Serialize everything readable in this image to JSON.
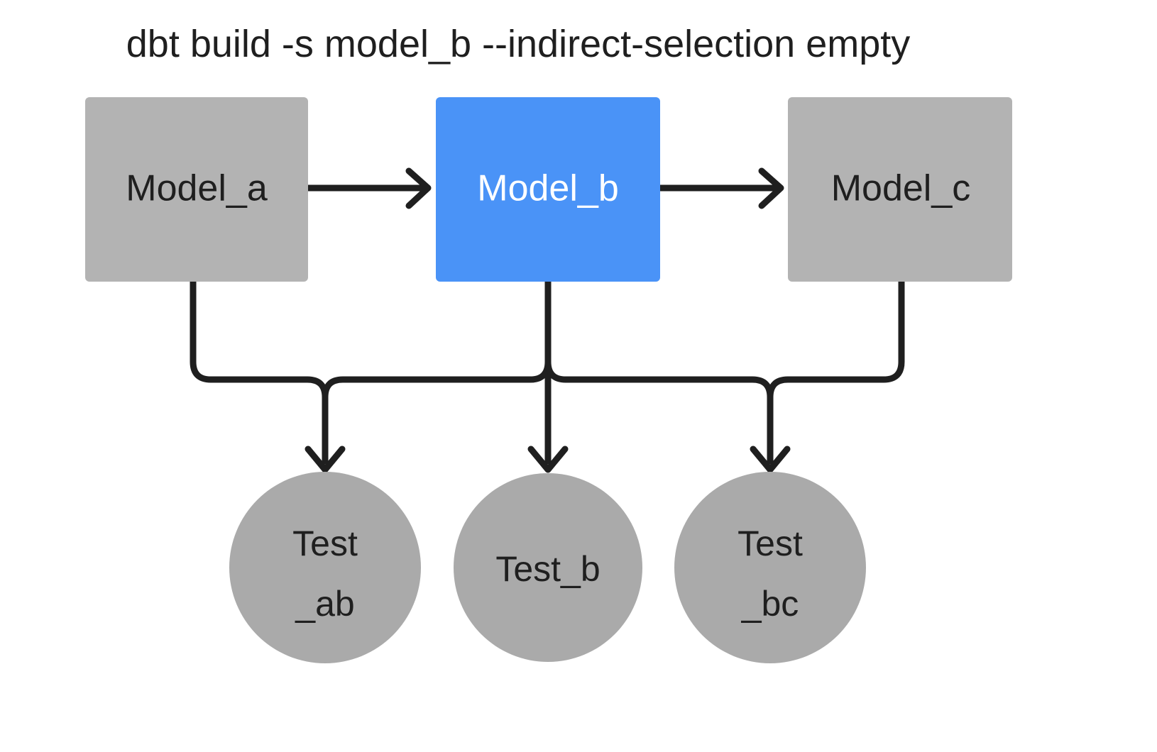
{
  "diagram": {
    "title": "dbt build -s model_b --indirect-selection empty",
    "background_color": "#ffffff",
    "edge_color": "#1f1f1f",
    "node_colors": {
      "unselected": "#b3b3b3",
      "selected": "#4a93f7",
      "unselected_text": "#1f1f1f",
      "selected_text": "#ffffff"
    },
    "models": [
      {
        "id": "model_a",
        "label": "Model_a",
        "shape": "rectangle",
        "state": "unselected"
      },
      {
        "id": "model_b",
        "label": "Model_b",
        "shape": "rectangle",
        "state": "selected"
      },
      {
        "id": "model_c",
        "label": "Model_c",
        "shape": "rectangle",
        "state": "unselected"
      }
    ],
    "tests": [
      {
        "id": "test_ab",
        "label_line_1": "Test",
        "label_line_2": "_ab",
        "shape": "circle",
        "state": "unselected"
      },
      {
        "id": "test_b",
        "label_line_1": "Test_b",
        "label_line_2": "",
        "shape": "circle",
        "state": "unselected"
      },
      {
        "id": "test_bc",
        "label_line_1": "Test",
        "label_line_2": "_bc",
        "shape": "circle",
        "state": "unselected"
      }
    ],
    "edges": [
      {
        "from": "model_a",
        "to": "model_b",
        "kind": "straight-horizontal"
      },
      {
        "from": "model_b",
        "to": "model_c",
        "kind": "straight-horizontal"
      },
      {
        "from": "model_a",
        "to": "test_ab",
        "kind": "elbow"
      },
      {
        "from": "model_b",
        "to": "test_ab",
        "kind": "elbow"
      },
      {
        "from": "model_b",
        "to": "test_b",
        "kind": "straight-vertical"
      },
      {
        "from": "model_b",
        "to": "test_bc",
        "kind": "elbow"
      },
      {
        "from": "model_c",
        "to": "test_bc",
        "kind": "elbow"
      }
    ]
  }
}
